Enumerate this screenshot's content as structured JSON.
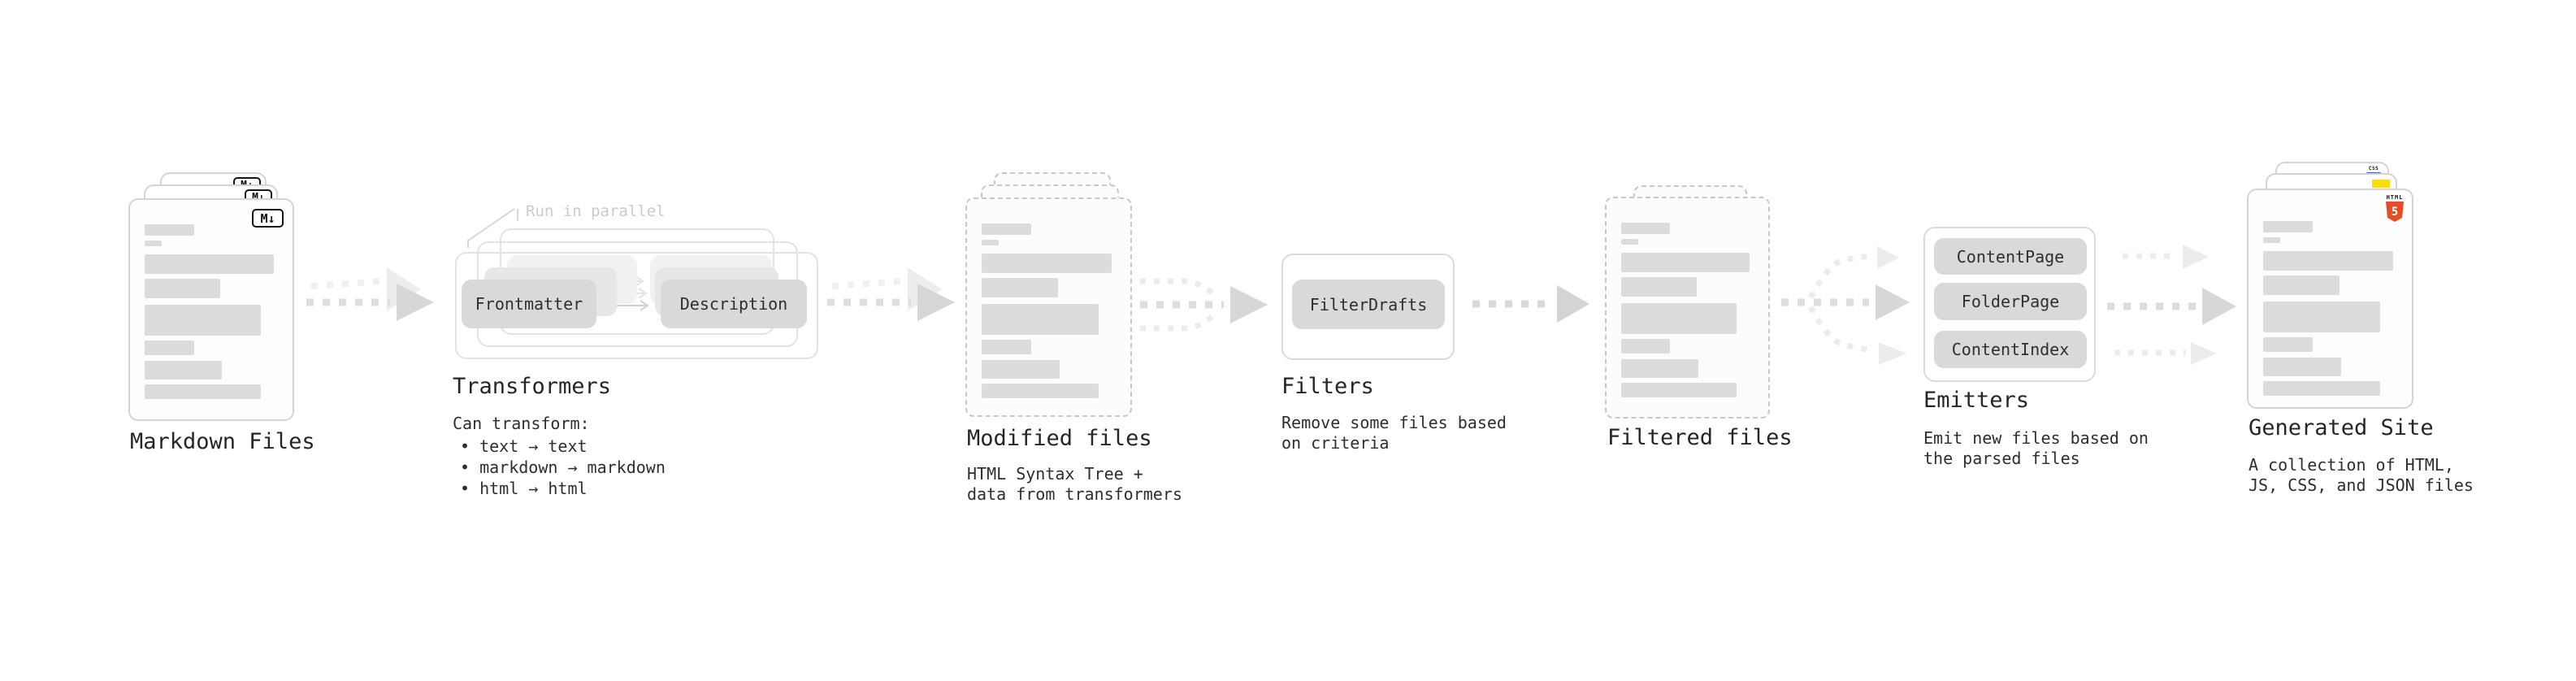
{
  "stages": {
    "markdown": {
      "title": "Markdown Files",
      "badge": "M↓"
    },
    "transformers": {
      "annotation": "Run in parallel",
      "pill_frontmatter": "Frontmatter",
      "pill_description": "Description",
      "title": "Transformers",
      "desc": "Can transform:",
      "bullets": [
        "• text → text",
        "• markdown → markdown",
        "• html → html"
      ]
    },
    "modified": {
      "title": "Modified files",
      "desc": "HTML Syntax Tree +\ndata from transformers"
    },
    "filters": {
      "title": "Filters",
      "pill": "FilterDrafts",
      "desc": "Remove some files based\non criteria"
    },
    "filtered": {
      "title": "Filtered files"
    },
    "emitters": {
      "title": "Emitters",
      "pills": [
        "ContentPage",
        "FolderPage",
        "ContentIndex"
      ],
      "desc": "Emit new files based on\nthe parsed files"
    },
    "generated": {
      "title": "Generated Site",
      "desc": "A collection of HTML,\nJS, CSS, and JSON files",
      "badge_css": "CSS",
      "badge_html": "HTML",
      "badge_html_number": "5"
    }
  },
  "colors": {
    "html5_orange": "#e44d26",
    "js_yellow": "#ffdd00",
    "css_blue": "#2767f4"
  }
}
